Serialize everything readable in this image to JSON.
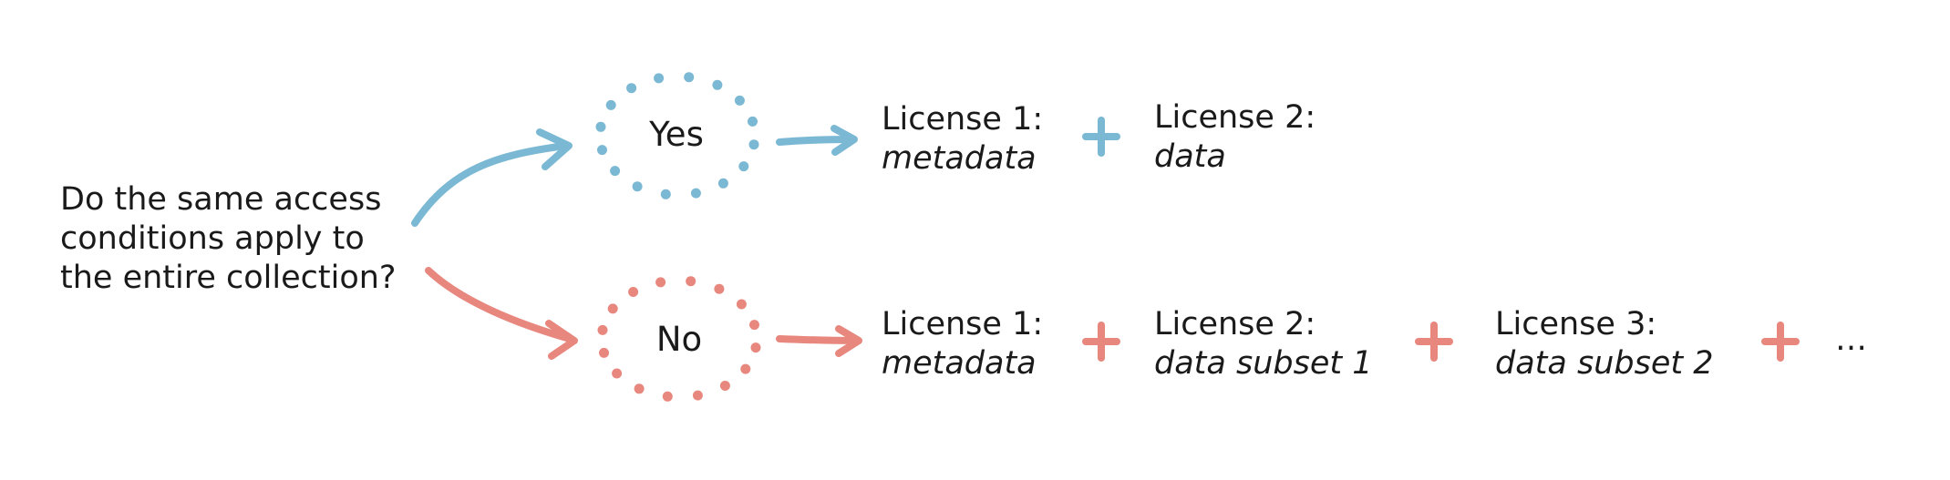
{
  "diagram": {
    "question": {
      "lines": [
        "Do the same access",
        "conditions apply to",
        "the entire collection?"
      ]
    },
    "branches": [
      {
        "answer": "Yes",
        "color": "#7ab8d4",
        "licenses": [
          {
            "title": "License 1:",
            "subtitle": "metadata"
          },
          {
            "title": "License 2:",
            "subtitle": "data"
          }
        ],
        "trailing": ""
      },
      {
        "answer": "No",
        "color": "#e8877e",
        "licenses": [
          {
            "title": "License 1:",
            "subtitle": "metadata"
          },
          {
            "title": "License 2:",
            "subtitle": "data subset 1"
          },
          {
            "title": "License 3:",
            "subtitle": "data subset 2"
          }
        ],
        "trailing": "…"
      }
    ]
  }
}
